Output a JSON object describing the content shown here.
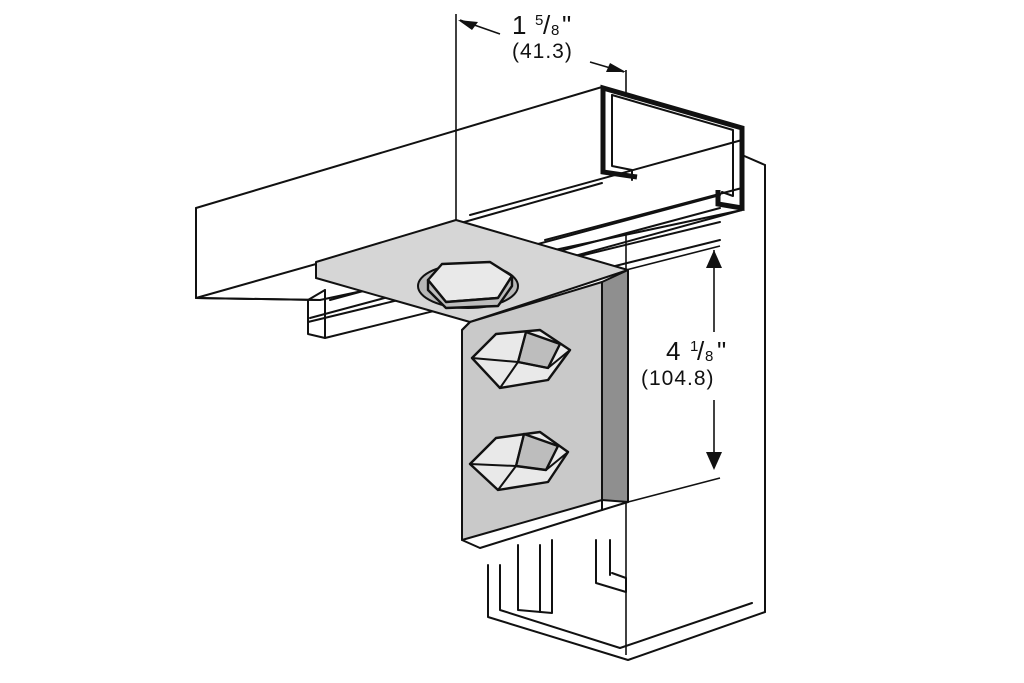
{
  "dimensions": {
    "width_dim": {
      "whole": "1",
      "fraction_num": "5",
      "fraction_den": "8",
      "inch_mark": "\"",
      "metric": "(41.3)"
    },
    "height_dim": {
      "whole": "4",
      "fraction_num": "1",
      "fraction_den": "8",
      "inch_mark": "\"",
      "metric": "(104.8)"
    }
  },
  "colors": {
    "plate": "#c9c9c9",
    "line": "#111111",
    "background": "#ffffff"
  }
}
